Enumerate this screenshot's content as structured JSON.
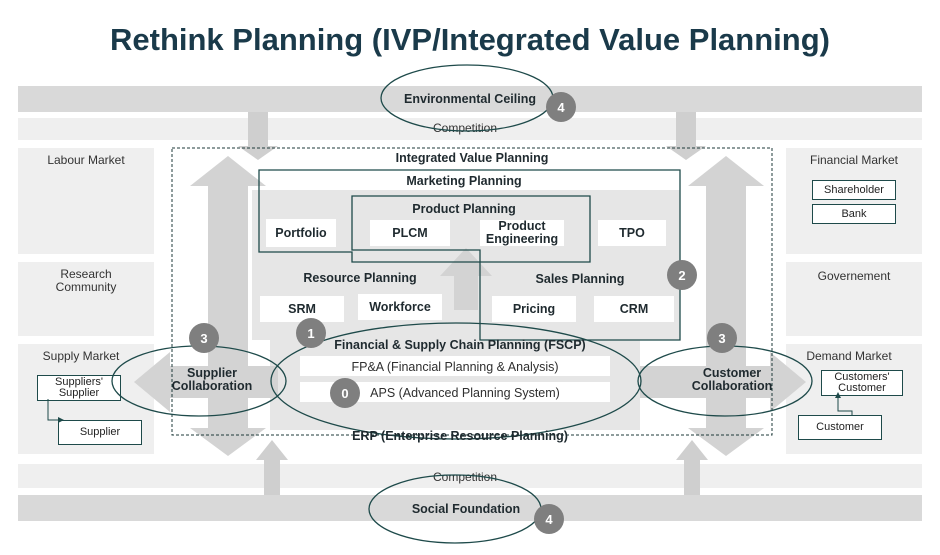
{
  "title": "Rethink Planning (IVP/Integrated Value Planning)",
  "top": {
    "env": "Environmental Ceiling",
    "env_num": "4",
    "competition": "Competition"
  },
  "bottom": {
    "competition": "Competition",
    "social": "Social Foundation",
    "social_num": "4"
  },
  "left": {
    "labour": "Labour Market",
    "research": "Research\nCommunity",
    "supply": "Supply Market",
    "suppliers_supplier": "Suppliers'\nSupplier",
    "supplier": "Supplier"
  },
  "right": {
    "financial": "Financial Market",
    "shareholder": "Shareholder",
    "bank": "Bank",
    "government": "Governement",
    "demand": "Demand Market",
    "customers_customer": "Customers'\nCustomer",
    "customer": "Customer"
  },
  "center": {
    "ivp": "Integrated Value Planning",
    "marketing": "Marketing Planning",
    "product": "Product Planning",
    "portfolio": "Portfolio",
    "plcm": "PLCM",
    "product_eng": "Product\nEngineering",
    "tpo": "TPO",
    "resource": "Resource Planning",
    "sales": "Sales Planning",
    "srm": "SRM",
    "workforce": "Workforce",
    "pricing": "Pricing",
    "crm": "CRM",
    "fscp": "Financial & Supply Chain Planning (FSCP)",
    "fpa": "FP&A (Financial Planning & Analysis)",
    "aps": "APS (Advanced Planning System)",
    "erp": "ERP (Enterprise Resource Planning)",
    "supplier_collab": "Supplier\nCollaboration",
    "customer_collab": "Customer\nCollaboration"
  },
  "badges": {
    "n0": "0",
    "n1": "1",
    "n2": "2",
    "n3_left": "3",
    "n3_right": "3"
  },
  "colors": {
    "title": "#1a3a4a",
    "outline": "#1e4a4a",
    "badge": "#7f7f7f",
    "band": "#d9d9d9"
  }
}
